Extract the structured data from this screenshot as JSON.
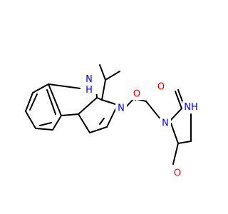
{
  "molecule": {
    "background": "#ffffff",
    "bond_color": "#000000",
    "atom_colors": {
      "N": "#0000ff",
      "O": "#ff0000",
      "C": "#000000"
    },
    "labels": [
      {
        "id": "nh_indole",
        "text": "N",
        "sub": "H",
        "element": "N"
      },
      {
        "id": "n_ring",
        "text": "N",
        "element": "N"
      },
      {
        "id": "o_amide",
        "text": "O",
        "element": "O"
      },
      {
        "id": "n_imid1",
        "text": "N",
        "element": "N"
      },
      {
        "id": "o_imid2",
        "text": "O",
        "element": "O"
      },
      {
        "id": "nh_imid3",
        "text": "N",
        "sub": "H",
        "element": "N"
      },
      {
        "id": "o_imid4",
        "text": "O",
        "element": "O"
      }
    ]
  }
}
